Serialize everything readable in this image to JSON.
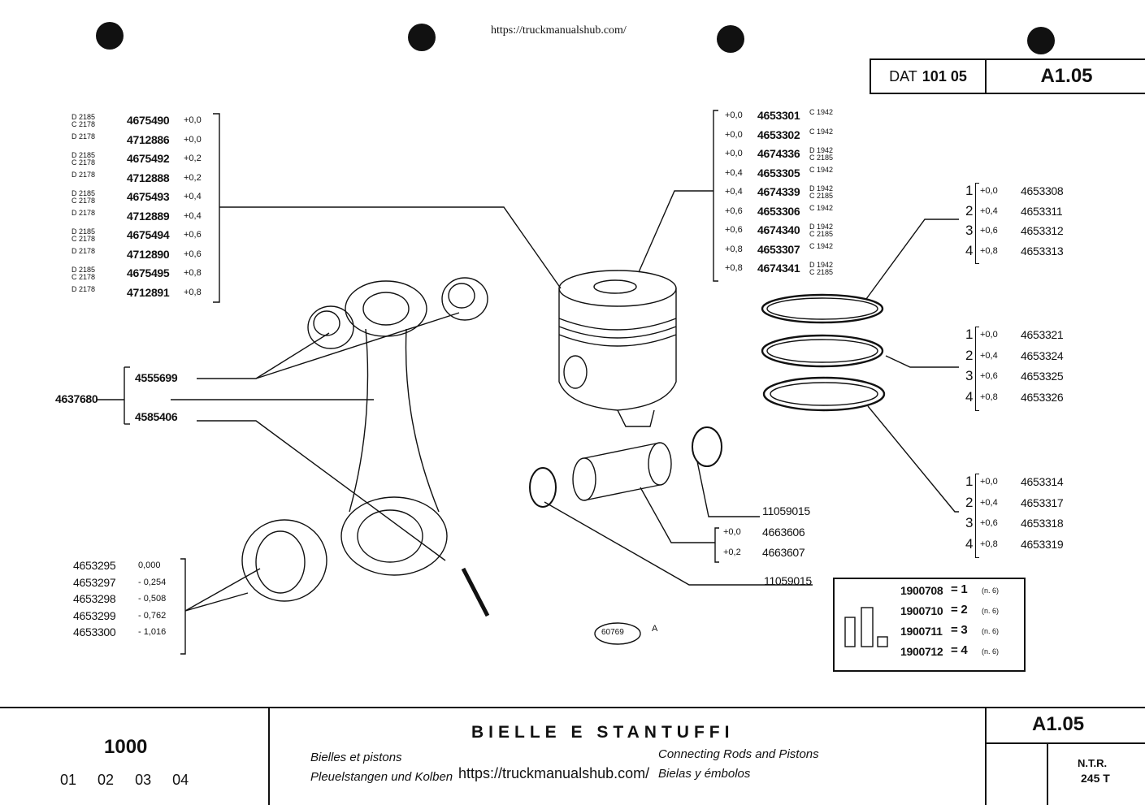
{
  "header": {
    "url": "https://truckmanualshub.com/",
    "dat_label": "DAT",
    "dat_number": "101 05",
    "page_code": "A1.05"
  },
  "rod_bushings": [
    {
      "code": "D 2185\nC 2178",
      "part": "4675490",
      "size": "+0,0"
    },
    {
      "code": "D 2178",
      "part": "4712886",
      "size": "+0,0"
    },
    {
      "code": "D 2185\nC 2178",
      "part": "4675492",
      "size": "+0,2"
    },
    {
      "code": "D 2178",
      "part": "4712888",
      "size": "+0,2"
    },
    {
      "code": "D 2185\nC 2178",
      "part": "4675493",
      "size": "+0,4"
    },
    {
      "code": "D 2178",
      "part": "4712889",
      "size": "+0,4"
    },
    {
      "code": "D 2185\nC 2178",
      "part": "4675494",
      "size": "+0,6"
    },
    {
      "code": "D 2178",
      "part": "4712890",
      "size": "+0,6"
    },
    {
      "code": "D 2185\nC 2178",
      "part": "4675495",
      "size": "+0,8"
    },
    {
      "code": "D 2178",
      "part": "4712891",
      "size": "+0,8"
    }
  ],
  "pistons": [
    {
      "size": "+0,0",
      "part": "4653301",
      "code": "C 1942"
    },
    {
      "size": "+0,0",
      "part": "4653302",
      "code": "C 1942"
    },
    {
      "size": "+0,0",
      "part": "4674336",
      "code": "D 1942\nC 2185"
    },
    {
      "size": "+0,4",
      "part": "4653305",
      "code": "C 1942"
    },
    {
      "size": "+0,4",
      "part": "4674339",
      "code": "D 1942\nC 2185"
    },
    {
      "size": "+0,6",
      "part": "4653306",
      "code": "C 1942"
    },
    {
      "size": "+0,6",
      "part": "4674340",
      "code": "D 1942\nC 2185"
    },
    {
      "size": "+0,8",
      "part": "4653307",
      "code": "C 1942"
    },
    {
      "size": "+0,8",
      "part": "4674341",
      "code": "D 1942\nC 2185"
    }
  ],
  "ring_top": [
    {
      "n": "1",
      "size": "+0,0",
      "part": "4653308"
    },
    {
      "n": "2",
      "size": "+0,4",
      "part": "4653311"
    },
    {
      "n": "3",
      "size": "+0,6",
      "part": "4653312"
    },
    {
      "n": "4",
      "size": "+0,8",
      "part": "4653313"
    }
  ],
  "ring_mid": [
    {
      "n": "1",
      "size": "+0,0",
      "part": "4653321"
    },
    {
      "n": "2",
      "size": "+0,4",
      "part": "4653324"
    },
    {
      "n": "3",
      "size": "+0,6",
      "part": "4653325"
    },
    {
      "n": "4",
      "size": "+0,8",
      "part": "4653326"
    }
  ],
  "ring_low": [
    {
      "n": "1",
      "size": "+0,0",
      "part": "4653314"
    },
    {
      "n": "2",
      "size": "+0,4",
      "part": "4653317"
    },
    {
      "n": "3",
      "size": "+0,6",
      "part": "4653318"
    },
    {
      "n": "4",
      "size": "+0,8",
      "part": "4653319"
    }
  ],
  "conrod": {
    "assembly": "4637680",
    "bush": "4555699",
    "bolt": "4585406"
  },
  "bearings": [
    {
      "part": "4653295",
      "size": "0,000"
    },
    {
      "part": "4653297",
      "size": "- 0,254"
    },
    {
      "part": "4653298",
      "size": "- 0,508"
    },
    {
      "part": "4653299",
      "size": "- 0,762"
    },
    {
      "part": "4653300",
      "size": "- 1,016"
    }
  ],
  "pin": [
    {
      "size": "+0,0",
      "part": "4663606"
    },
    {
      "size": "+0,2",
      "part": "4663607"
    }
  ],
  "circlip_upper": "11059015",
  "circlip_lower": "11059015",
  "figure_number": "60769",
  "figure_letter": "A",
  "ring_sets": [
    {
      "part": "1900708",
      "n": "= 1",
      "qty": "(n. 6)"
    },
    {
      "part": "1900710",
      "n": "= 2",
      "qty": "(n. 6)"
    },
    {
      "part": "1900711",
      "n": "= 3",
      "qty": "(n. 6)"
    },
    {
      "part": "1900712",
      "n": "= 4",
      "qty": "(n. 6)"
    }
  ],
  "footer": {
    "model": "1000",
    "groups": [
      "01",
      "02",
      "03",
      "04"
    ],
    "title": "BIELLE E STANTUFFI",
    "fr": "Bielles et pistons",
    "en": "Connecting Rods and Pistons",
    "de": "Pleuelstangen und Kolben",
    "es": "Bielas y émbolos",
    "url_overlay": "https://truckmanualshub.com/",
    "page_code": "A1.05",
    "ntr_label": "N.T.R.",
    "ntr_value": "245 T"
  }
}
